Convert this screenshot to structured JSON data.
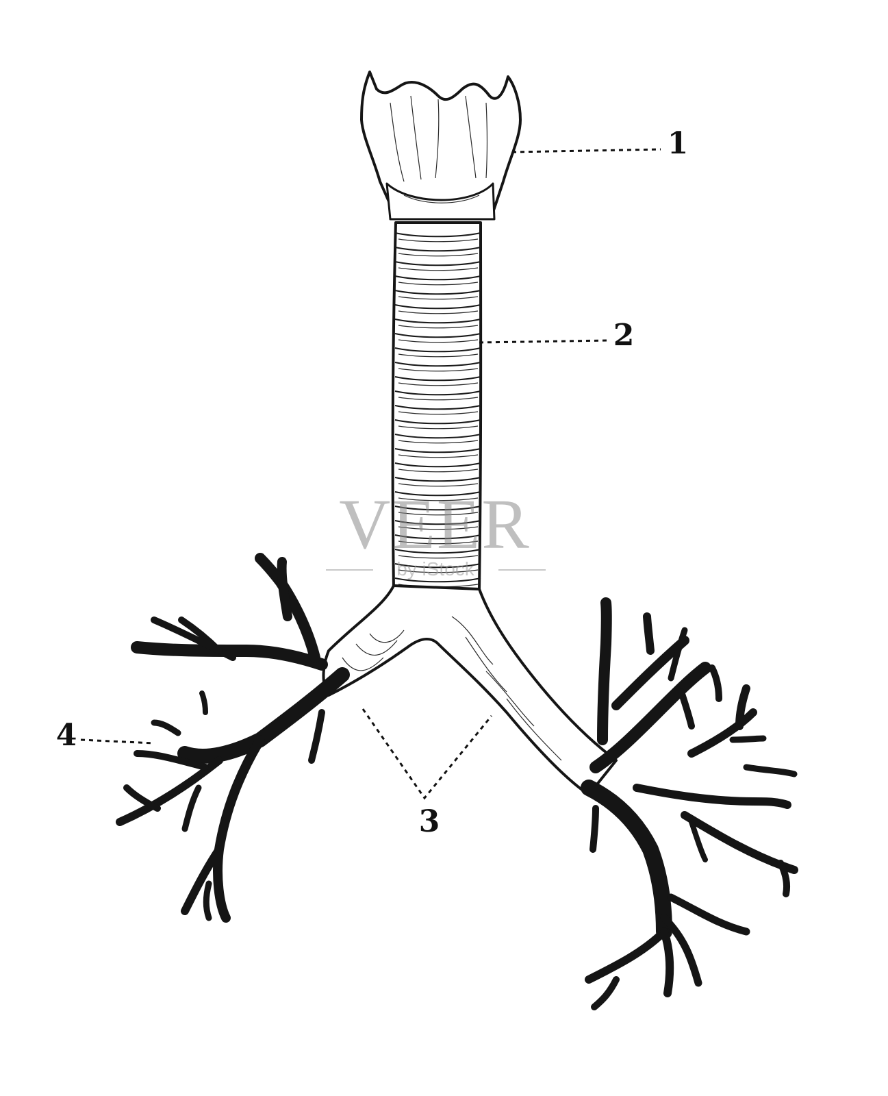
{
  "figure": {
    "colors": {
      "ink": "#151515",
      "paper": "#ffffff",
      "watermark": "#8a8a8a"
    },
    "callouts": [
      {
        "id": "1",
        "label": "1"
      },
      {
        "id": "2",
        "label": "2"
      },
      {
        "id": "3",
        "label": "3"
      },
      {
        "id": "4",
        "label": "4"
      }
    ]
  },
  "watermark": {
    "main": "VEER",
    "sub": "by iStock"
  }
}
